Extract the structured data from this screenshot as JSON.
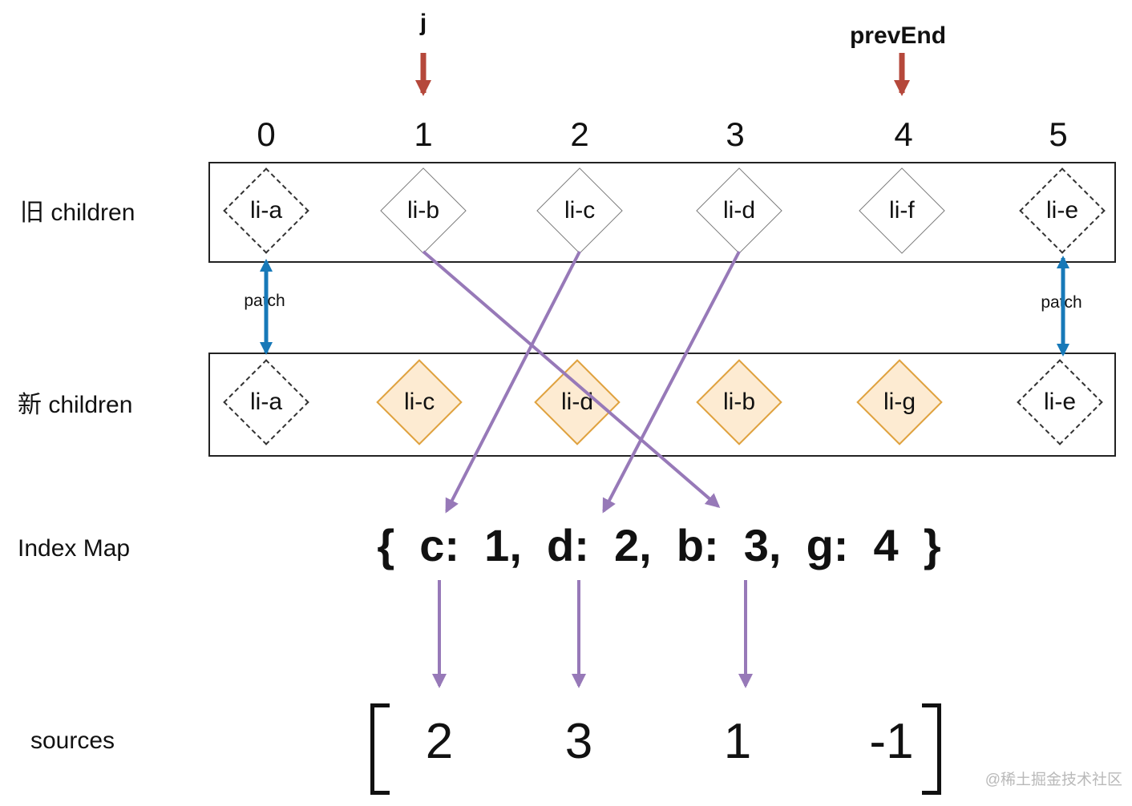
{
  "pointers": {
    "j_label": "j",
    "prev_end_label": "prevEnd"
  },
  "indices": [
    "0",
    "1",
    "2",
    "3",
    "4",
    "5"
  ],
  "old_children": {
    "label": "旧 children",
    "items": [
      {
        "text": "li-a",
        "style": "dashed"
      },
      {
        "text": "li-b",
        "style": "solid"
      },
      {
        "text": "li-c",
        "style": "solid"
      },
      {
        "text": "li-d",
        "style": "solid"
      },
      {
        "text": "li-f",
        "style": "solid"
      },
      {
        "text": "li-e",
        "style": "dashed"
      }
    ]
  },
  "new_children": {
    "label": "新 children",
    "items": [
      {
        "text": "li-a",
        "style": "dashed"
      },
      {
        "text": "li-c",
        "style": "orange"
      },
      {
        "text": "li-d",
        "style": "orange"
      },
      {
        "text": "li-b",
        "style": "orange"
      },
      {
        "text": "li-g",
        "style": "orange"
      },
      {
        "text": "li-e",
        "style": "dashed"
      }
    ]
  },
  "patch": {
    "left_label": "patch",
    "right_label": "patch"
  },
  "index_map": {
    "label": "Index Map",
    "text": "{  c:  1,  d:  2,  b:  3,  g:  4  }"
  },
  "sources": {
    "label": "sources",
    "values": [
      "2",
      "3",
      "1",
      "-1"
    ]
  },
  "watermark": "@稀土掘金技术社区",
  "colors": {
    "red_arrow": "#b5483b",
    "blue_arrow": "#1779b8",
    "purple_arrow": "#9779b8",
    "orange_fill": "#fdebd2",
    "orange_border": "#dfa23f"
  }
}
